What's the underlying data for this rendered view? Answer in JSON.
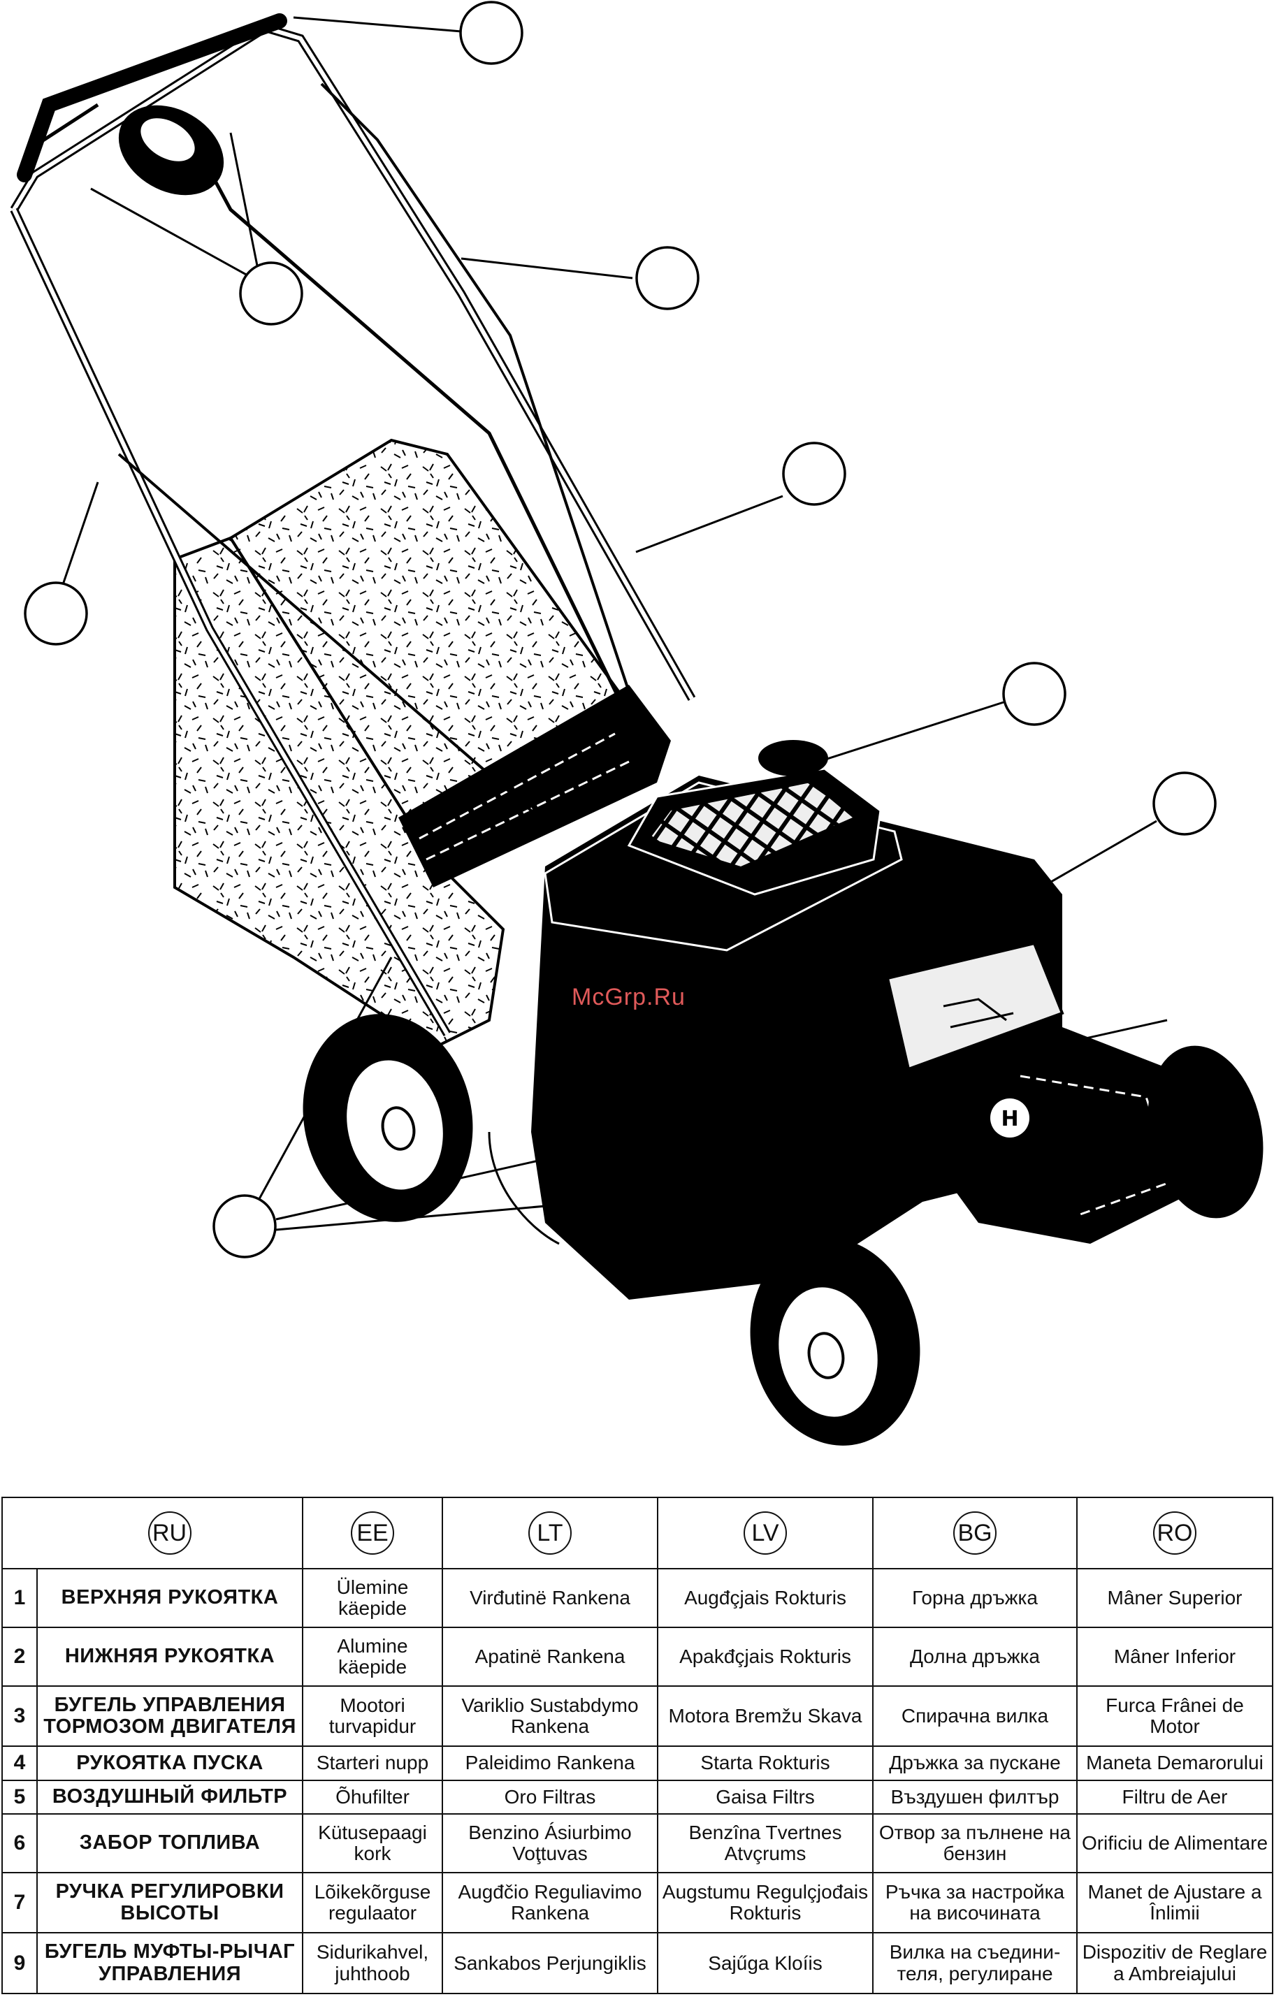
{
  "watermark": "McGrp.Ru",
  "languages": [
    "RU",
    "EE",
    "LT",
    "LV",
    "BG",
    "RO"
  ],
  "rows": [
    {
      "num": "1",
      "ru": "ВЕРХНЯЯ РУКОЯТКА",
      "ee": "Ülemine käepide",
      "lt": "Virđutinë Rankena",
      "lv": "Augđçjais Rokturis",
      "bg": "Горна дръжка",
      "ro": "Mâner Superior"
    },
    {
      "num": "2",
      "ru": "НИЖНЯЯ РУКОЯТКА",
      "ee": "Alumine käepide",
      "lt": "Apatinë Rankena",
      "lv": "Apakđçjais Rokturis",
      "bg": "Долна дръжка",
      "ro": "Mâner Inferior"
    },
    {
      "num": "3",
      "ru": "БУГЕЛЬ УПРАВЛЕНИЯ ТОРМОЗОМ ДВИГАТЕЛЯ",
      "ee": "Mootori turvapidur",
      "lt": "Variklio Sustabdymo Rankena",
      "lv": "Motora Bremžu Skava",
      "bg": "Спирачна вилка",
      "ro": "Furca Frânei de Motor"
    },
    {
      "num": "4",
      "ru": "РУКОЯТКА ПУСКА",
      "ee": "Starteri nupp",
      "lt": "Paleidimo Rankena",
      "lv": "Starta Rokturis",
      "bg": "Дръжка за пускане",
      "ro": "Maneta Demarorului"
    },
    {
      "num": "5",
      "ru": "ВОЗДУШНЫЙ ФИЛЬТР",
      "ee": "Õhufilter",
      "lt": "Oro Filtras",
      "lv": "Gaisa Filtrs",
      "bg": "Въздушен филтър",
      "ro": "Filtru de Aer"
    },
    {
      "num": "6",
      "ru": "ЗАБОР ТОПЛИВА",
      "ee": "Kütusepaagi kork",
      "lt": "Benzino Ásiurbimo Voţtuvas",
      "lv": "Benzîna Tvertnes Atvçrums",
      "bg": "Отвор за пълнене на бензин",
      "ro": "Orificiu de Alimentare"
    },
    {
      "num": "7",
      "ru": "РУЧКА РЕГУЛИРОВКИ ВЫСОТЫ",
      "ee": "Lõikekõrguse regulaator",
      "lt": "Augđčio Reguliavimo Rankena",
      "lv": "Augstumu Regulçjođais Rokturis",
      "bg": "Ръчка за настройка на височината",
      "ro": "Manet de Ajustare a Înlimii"
    },
    {
      "num": "9",
      "ru": "БУГЕЛЬ МУФТЫ-РЫЧАГ УПРАВЛЕНИЯ",
      "ee": "Sidurikahvel, juhthoob",
      "lt": "Sankabos Perjungiklis",
      "lv": "Sajűga Kloíis",
      "bg": "Вилка на съедини-теля, регулиране",
      "ro": "Dispozitiv de Reglare a Ambreiajului"
    }
  ]
}
